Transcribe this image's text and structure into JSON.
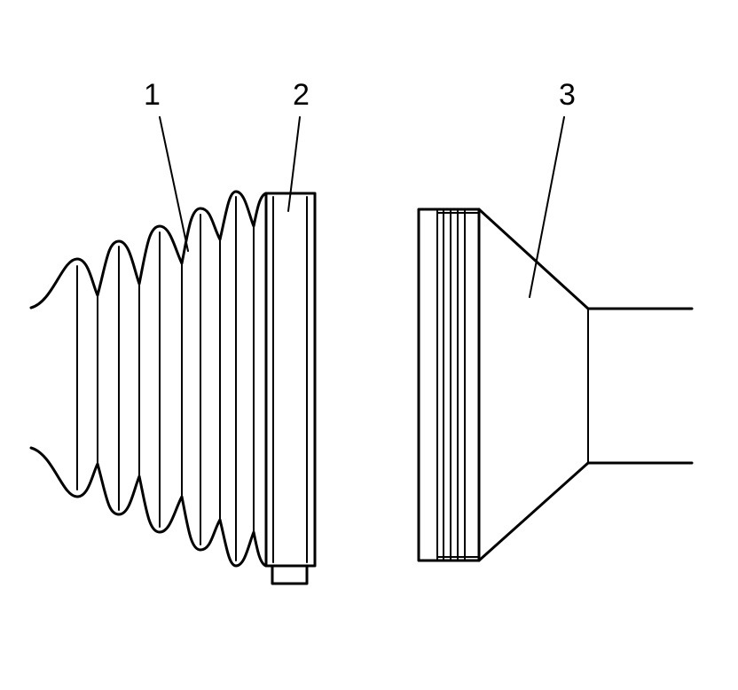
{
  "callouts": [
    {
      "id": "1",
      "label": "1"
    },
    {
      "id": "2",
      "label": "2"
    },
    {
      "id": "3",
      "label": "3"
    }
  ],
  "colors": {
    "background": "#ffffff",
    "ink": "#000000"
  }
}
